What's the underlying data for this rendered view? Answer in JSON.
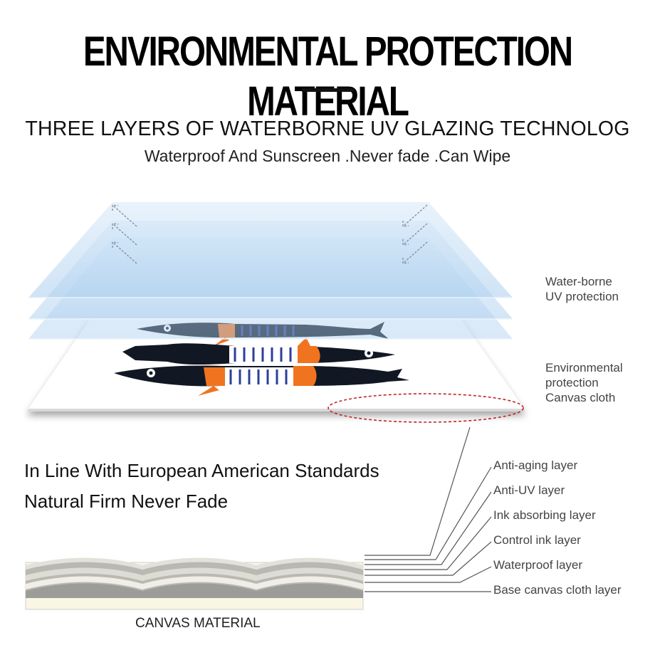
{
  "header": {
    "title": "ENVIRONMENTAL PROTECTION MATERIAL",
    "subtitle": "THREE LAYERS OF WATERBORNE UV GLAZING TECHNOLOG",
    "tagline": "Waterproof And Sunscreen .Never fade .Can Wipe"
  },
  "illustration": {
    "uv_label": "Water-borne\nUV protection",
    "canvas_label": "Environmental\nprotection\nCanvas cloth"
  },
  "standards": {
    "line1": "In Line With European American Standards",
    "line2": "Natural Firm Never Fade"
  },
  "layers": [
    "Anti-aging layer",
    "Anti-UV layer",
    "Ink absorbing layer",
    "Control ink layer",
    "Waterproof layer",
    "Base canvas cloth layer"
  ],
  "canvas_caption": "CANVAS MATERIAL",
  "colors": {
    "glaze": "#bcd9f3",
    "fish_body": "#111823",
    "fish_fin": "#f0741f",
    "fish_stripe": "#2c3f9a",
    "dashed_ellipse": "#c0242a"
  }
}
